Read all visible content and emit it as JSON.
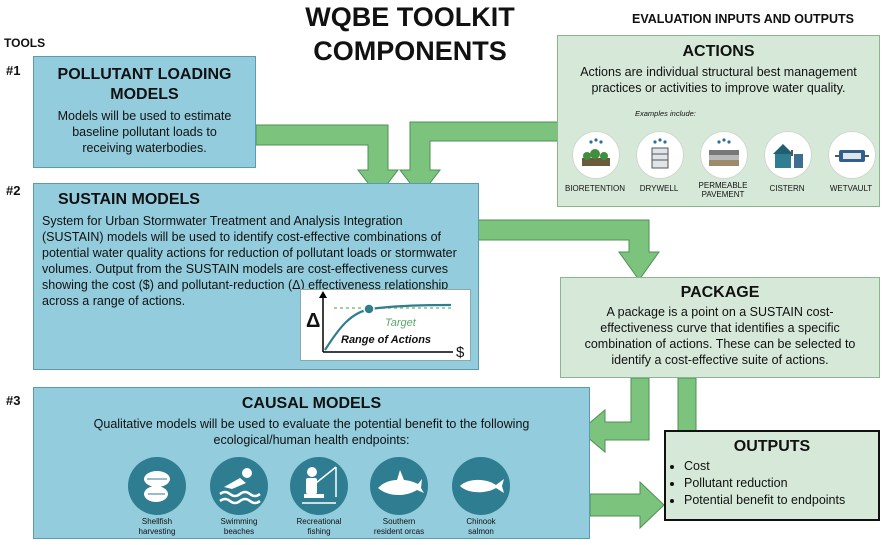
{
  "header": {
    "title_line1": "WQBE TOOLKIT",
    "title_line2": "COMPONENTS",
    "tools_label": "TOOLS",
    "eval_label": "EVALUATION INPUTS AND OUTPUTS"
  },
  "tool1": {
    "number": "#1",
    "title_line1": "POLLUTANT LOADING",
    "title_line2": "MODELS",
    "description": "Models will be used to estimate baseline pollutant loads to receiving waterbodies."
  },
  "tool2": {
    "number": "#2",
    "title": "SUSTAIN MODELS",
    "description": "System for Urban Stormwater Treatment and Analysis Integration (SUSTAIN) models will be used to identify cost-effective combinations of potential water quality actions for reduction of pollutant loads or stormwater volumes. Output from the SUSTAIN models are cost-effectiveness curves showing the cost ($) and pollutant-reduction (Δ) effectiveness relationship across a range of actions.",
    "chart": {
      "y_symbol": "Δ",
      "x_symbol": "$",
      "target_label": "Target",
      "x_label": "Range of Actions"
    }
  },
  "tool3": {
    "number": "#3",
    "title": "CAUSAL MODELS",
    "description": "Qualitative models will be used to evaluate the potential benefit to the following ecological/human health endpoints:",
    "endpoints": [
      {
        "icon": "shellfish-icon",
        "label_line1": "Shellfish",
        "label_line2": "harvesting"
      },
      {
        "icon": "swimmer-icon",
        "label_line1": "Swimming",
        "label_line2": "beaches"
      },
      {
        "icon": "fishing-icon",
        "label_line1": "Recreational",
        "label_line2": "fishing"
      },
      {
        "icon": "orca-icon",
        "label_line1": "Southern",
        "label_line2": "resident orcas"
      },
      {
        "icon": "salmon-icon",
        "label_line1": "Chinook",
        "label_line2": "salmon"
      }
    ]
  },
  "actions": {
    "title": "ACTIONS",
    "description": "Actions are individual structural best management practices or activities to improve water quality.",
    "examples_label": "Examples include:",
    "items": [
      {
        "icon": "bioretention-icon",
        "label_line1": "BIORETENTION",
        "label_line2": ""
      },
      {
        "icon": "drywell-icon",
        "label_line1": "DRYWELL",
        "label_line2": ""
      },
      {
        "icon": "permeable-pavement-icon",
        "label_line1": "PERMEABLE",
        "label_line2": "PAVEMENT"
      },
      {
        "icon": "cistern-icon",
        "label_line1": "CISTERN",
        "label_line2": ""
      },
      {
        "icon": "wetvault-icon",
        "label_line1": "WETVAULT",
        "label_line2": ""
      }
    ]
  },
  "package": {
    "title": "PACKAGE",
    "description": "A package is a point on a SUSTAIN cost-effectiveness curve that identifies a specific combination of actions. These can be selected to identify a cost-effective suite of actions."
  },
  "outputs": {
    "title": "OUTPUTS",
    "items": [
      "Cost",
      "Pollutant reduction",
      "Potential benefit to endpoints"
    ]
  },
  "colors": {
    "tool_box": "#93cddd",
    "eval_box": "#d6e9d8",
    "arrow": "#7cc47e",
    "icon_circle": "#2f7d91"
  }
}
